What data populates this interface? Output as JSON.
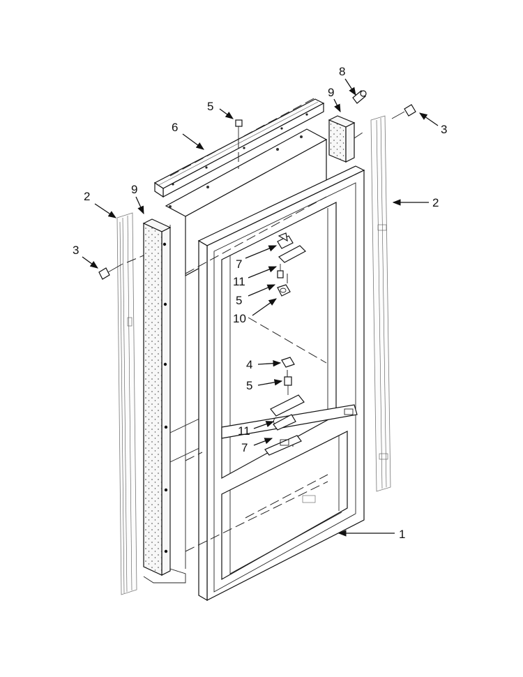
{
  "callouts": [
    {
      "id": "c8",
      "text": "8"
    },
    {
      "id": "c9a",
      "text": "9"
    },
    {
      "id": "c5a",
      "text": "5"
    },
    {
      "id": "c6",
      "text": "6"
    },
    {
      "id": "c3a",
      "text": "3"
    },
    {
      "id": "c2a",
      "text": "2"
    },
    {
      "id": "c9b",
      "text": "9"
    },
    {
      "id": "c2b",
      "text": "2"
    },
    {
      "id": "c3b",
      "text": "3"
    },
    {
      "id": "c7a",
      "text": "7"
    },
    {
      "id": "c11a",
      "text": "11"
    },
    {
      "id": "c5b",
      "text": "5"
    },
    {
      "id": "c10",
      "text": "10"
    },
    {
      "id": "c4",
      "text": "4"
    },
    {
      "id": "c5c",
      "text": "5"
    },
    {
      "id": "c11b",
      "text": "11"
    },
    {
      "id": "c7b",
      "text": "7"
    },
    {
      "id": "c1",
      "text": "1"
    }
  ]
}
